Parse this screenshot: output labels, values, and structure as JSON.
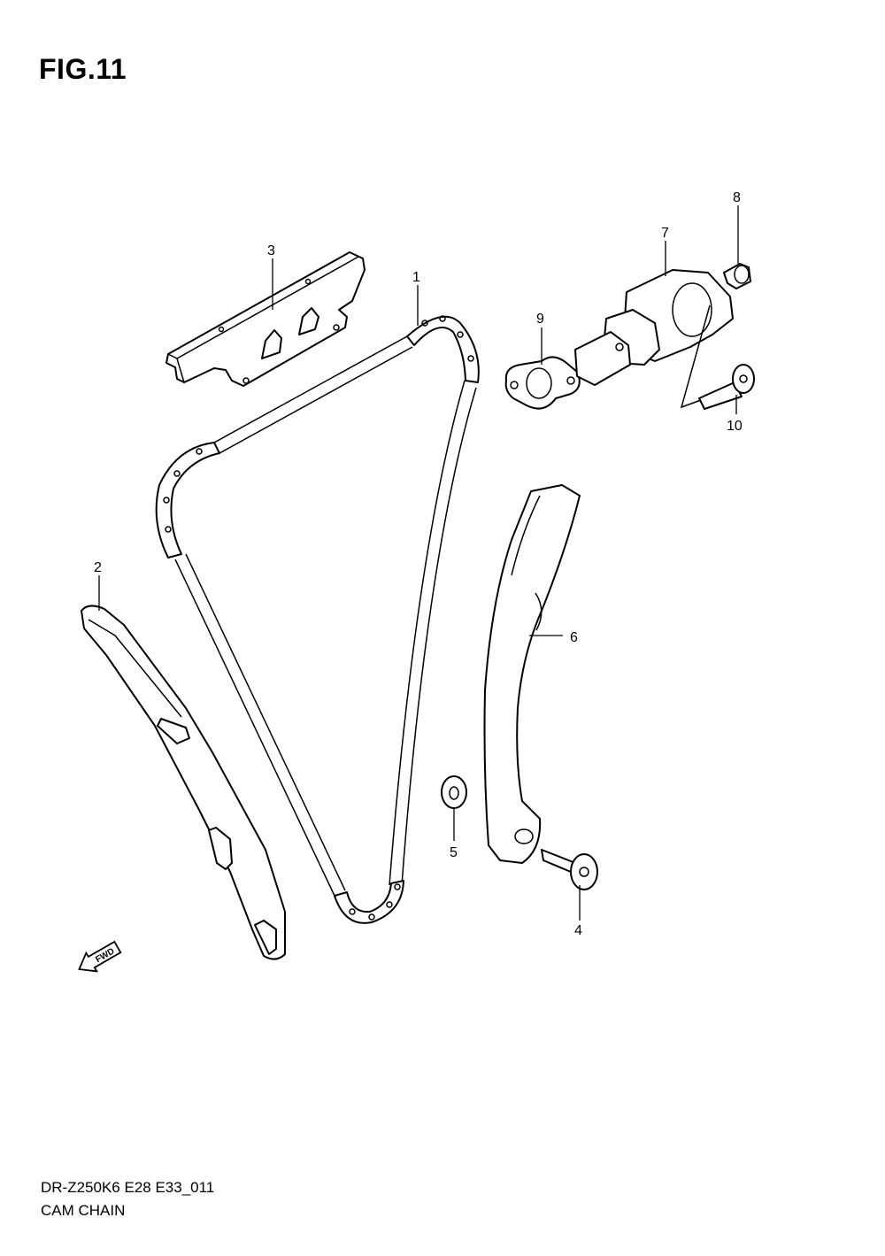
{
  "figure": {
    "title": "FIG.11"
  },
  "footer": {
    "model_code": "DR-Z250K6 E28 E33_011",
    "section_name": "CAM CHAIN"
  },
  "callouts": {
    "p1": "1",
    "p2": "2",
    "p3": "3",
    "p4": "4",
    "p5": "5",
    "p6": "6",
    "p7": "7",
    "p8": "8",
    "p9": "9",
    "p10": "10"
  },
  "direction_arrow": {
    "label": "FWD"
  }
}
